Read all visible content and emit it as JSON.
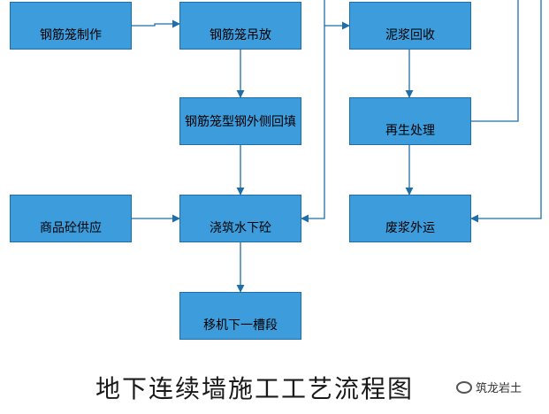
{
  "boxes": {
    "rebar_cage_making": "钢筋笼制作",
    "rebar_cage_hoisting": "钢筋笼吊放",
    "slurry_recovery": "泥浆回收",
    "steel_outer_side": "钢筋笼型钢外侧回填",
    "regeneration": "再生处理",
    "commercial_concrete": "商品砼供应",
    "underwater_pouring": "浇筑水下砼",
    "waste_slurry_out": "废浆外运",
    "move_to_next": "移机下一槽段"
  },
  "title": "地下连续墙施工工艺流程图",
  "watermark": {
    "text": "筑龙岩土",
    "icon": "wechat-icon"
  },
  "colors": {
    "box_fill": "#3d9cdc",
    "box_border": "#1f6ea8",
    "arrow": "#1f6ea8"
  }
}
